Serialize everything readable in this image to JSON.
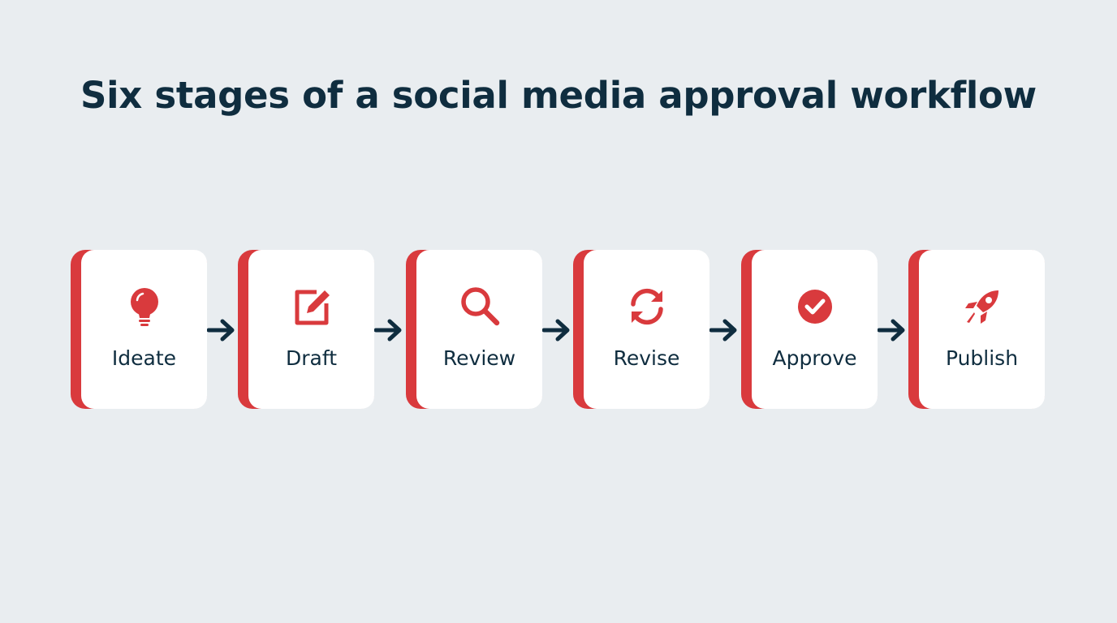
{
  "title": "Six stages of a social media approval workflow",
  "colors": {
    "background": "#e9edf0",
    "accent": "#d93a3d",
    "text": "#0f2d3f",
    "card": "#ffffff"
  },
  "stages": [
    {
      "label": "Ideate",
      "icon": "lightbulb-icon"
    },
    {
      "label": "Draft",
      "icon": "edit-icon"
    },
    {
      "label": "Review",
      "icon": "magnifier-icon"
    },
    {
      "label": "Revise",
      "icon": "refresh-icon"
    },
    {
      "label": "Approve",
      "icon": "check-circle-icon"
    },
    {
      "label": "Publish",
      "icon": "rocket-icon"
    }
  ]
}
